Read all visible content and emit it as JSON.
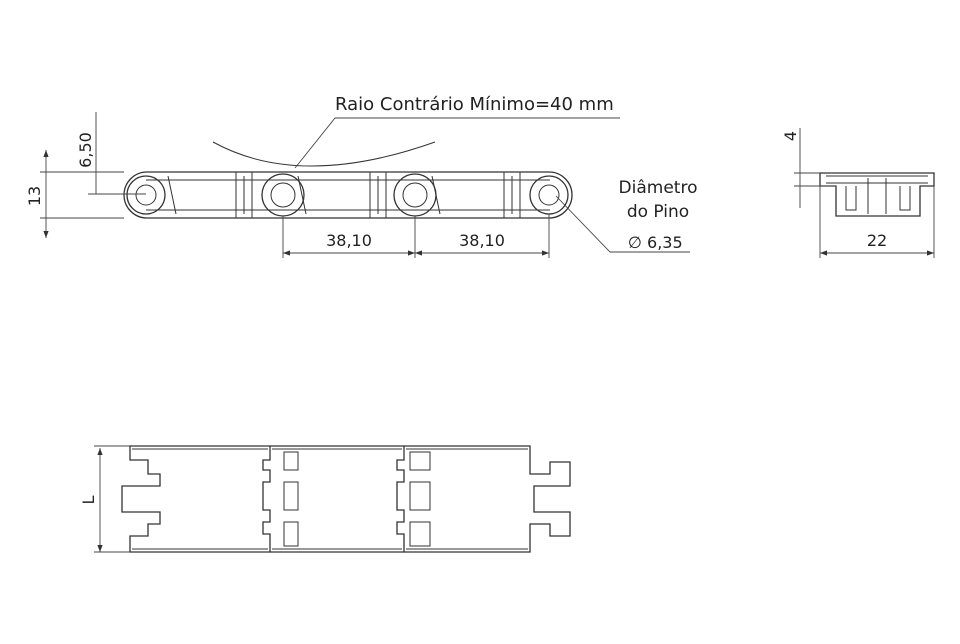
{
  "annotations": {
    "min_radius_label": "Raio Contrário Mínimo=40 mm",
    "pin_label_line1": "Diâmetro",
    "pin_label_line2": "do Pino",
    "pin_diameter": "∅ 6,35"
  },
  "dimensions": {
    "top_offset": "6,50",
    "height": "13",
    "pitch_left": "38,10",
    "pitch_right": "38,10",
    "side_top": "4",
    "side_width": "22",
    "length_symbol": "L"
  },
  "colors": {
    "line": "#333333",
    "background": "#ffffff"
  }
}
